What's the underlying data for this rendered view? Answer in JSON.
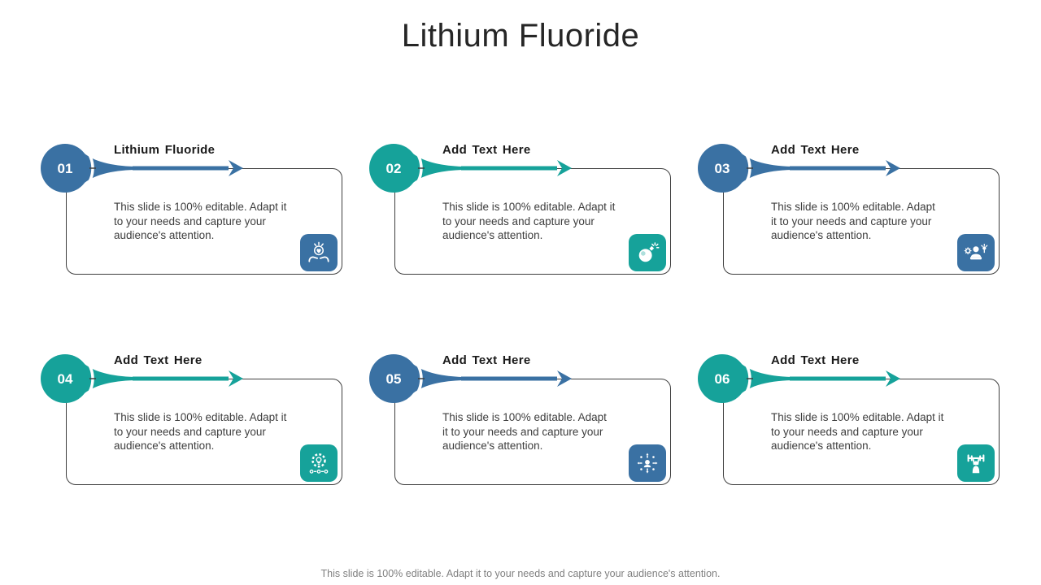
{
  "slide": {
    "title": "Lithium Fluoride",
    "footer": "This slide is 100% editable. Adapt it to your needs and capture your audience's attention.",
    "colors": {
      "blue": "#3a71a3",
      "teal": "#16a29a",
      "card_border": "#3f3f3f",
      "title_text": "#262626",
      "heading_text": "#1a1a1a",
      "body_text": "#3d3d3d",
      "footer_text": "#808080"
    },
    "items": [
      {
        "number": "01",
        "heading": "Lithium Fluoride",
        "color": "blue",
        "icon": "hands-holding-heart",
        "body": "This slide is 100% editable. Adapt it\nto your needs and capture your\naudience's attention."
      },
      {
        "number": "02",
        "heading": "Add Text Here",
        "color": "teal",
        "icon": "bomb",
        "body": "This slide is 100% editable. Adapt it\nto your needs and capture your\naudience's attention."
      },
      {
        "number": "03",
        "heading": "Add Text Here",
        "color": "blue",
        "icon": "person-gear-idea",
        "body": "This slide is 100% editable. Adapt\nit to your needs and capture your\naudience's attention."
      },
      {
        "number": "04",
        "heading": "Add Text Here",
        "color": "teal",
        "icon": "gear-lightbulb-network",
        "body": "This slide is 100% editable. Adapt it\nto your needs and capture your\naudience's attention."
      },
      {
        "number": "05",
        "heading": "Add Text Here",
        "color": "blue",
        "icon": "person-spread-arrows",
        "body": "This slide is 100% editable. Adapt\nit to your needs and capture your\naudience's attention."
      },
      {
        "number": "06",
        "heading": "Add Text Here",
        "color": "teal",
        "icon": "weightlifter",
        "body": "This slide is 100% editable. Adapt it\nto your needs and capture your\naudience's attention."
      }
    ]
  }
}
